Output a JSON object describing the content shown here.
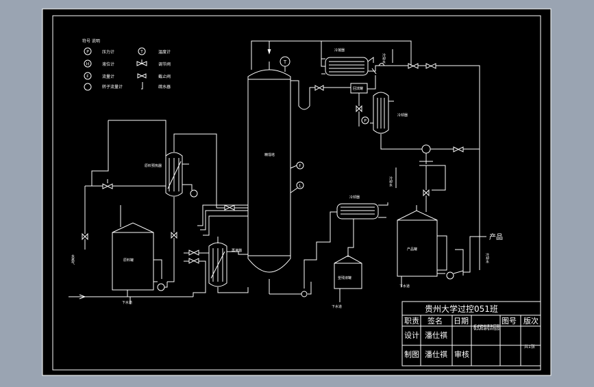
{
  "legend": {
    "title": "符号 说明",
    "items": [
      {
        "symbol": "P",
        "label": "压力计"
      },
      {
        "symbol": "T",
        "label": "温度计"
      },
      {
        "symbol": "H",
        "label": "液位计"
      },
      {
        "symbol": "",
        "label": "调节阀"
      },
      {
        "symbol": "F",
        "label": "流量计"
      },
      {
        "symbol": "",
        "label": "截止阀"
      },
      {
        "symbol": "",
        "label": "转子流量计"
      },
      {
        "symbol": "",
        "label": "疏水器"
      }
    ]
  },
  "labels": {
    "condenser_top": "冷凝器",
    "cooler": "冷却器",
    "reflux_drum": "回流罐",
    "column": "精馏塔",
    "preheater": "原料预热器",
    "product_cooler": "冷却器",
    "reboiler": "再沸器",
    "feed_tank": "原料罐",
    "residue_tank": "釜残液罐",
    "product_tank": "产品罐",
    "product": "产品",
    "steam": "水蒸气",
    "cooling_water_in": "冷却水",
    "drain": "下水道",
    "drain2": "下水道",
    "instrument_T": "T",
    "instrument_P": "P",
    "instrument_F": "F",
    "instrument_L": "L"
  },
  "title_block": {
    "school": "贵州大学过控051班",
    "col_role": "职责",
    "col_sign": "签名",
    "col_date": "日期",
    "drawing_title": "板式精馏塔流程图",
    "col_drawing_no": "图号",
    "col_version": "版次",
    "row_design": "设计",
    "designer": "潘仕祺",
    "row_draw": "制图",
    "drafter": "潘仕祺",
    "review": "审核",
    "sheet_note": "共1张"
  }
}
